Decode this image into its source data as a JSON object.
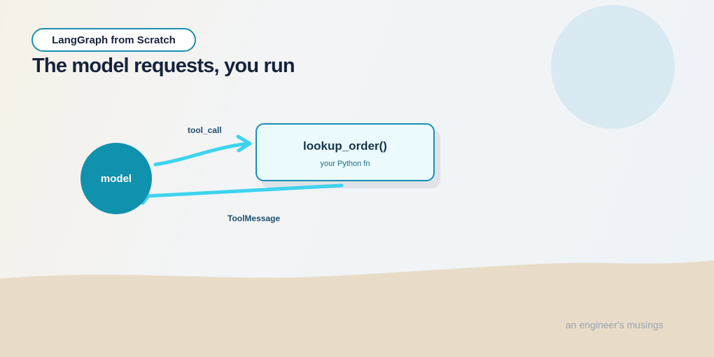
{
  "series_pill": {
    "label": "LangGraph from Scratch"
  },
  "headline": "The model requests, you run",
  "diagram": {
    "model_node": {
      "label": "model"
    },
    "function_node": {
      "name": "lookup_order()",
      "subtitle": "your Python fn"
    },
    "edges": {
      "request": {
        "label": "tool_call"
      },
      "response": {
        "label": "ToolMessage"
      }
    }
  },
  "footer": {
    "signature": "an engineer's musings"
  },
  "colors": {
    "accent": "#1091ad",
    "arrow": "#3dd3ee",
    "text_dark": "#16233a",
    "sand": "#e8dcc8"
  }
}
